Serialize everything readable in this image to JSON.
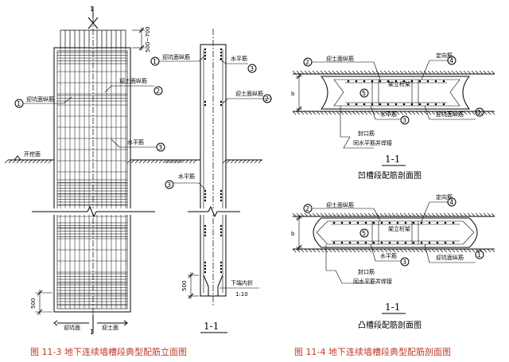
{
  "figure_left": {
    "caption": "图 11-3  地下连续墙槽段典型配筋立面图",
    "section_mark": "1",
    "dim_top": "500~700",
    "dim_bottom": "500",
    "labels": {
      "pit_face_bars": "迎坑面纵筋",
      "soil_face_bars": "迎土面纵筋",
      "horizontal_bars": "水平筋",
      "excavation_face": "开挖面",
      "pit_face": "迎坑面",
      "soil_face": "迎土面"
    },
    "section_view": {
      "title": "1-1",
      "pit_face_bars": "迎坑面纵筋",
      "soil_face_bars": "迎土面纵筋",
      "horizontal_bars_top": "水平筋",
      "horizontal_bars_side": "水平筋",
      "bottom_bend": "下端内折",
      "bend_ratio": "1:10",
      "dim": "500"
    }
  },
  "figure_right": {
    "caption": "图 11-4  地下连续墙槽段典型配筋剖面图",
    "concave": {
      "title": "凹槽段配筋剖面图",
      "section": "1-1",
      "b": "b",
      "soil_face_bars": "迎土面纵筋",
      "positioning_bars": "定向筋",
      "truss": "架立桁架",
      "horizontal_bars": "水平筋",
      "pit_face_bars": "迎坑面纵筋",
      "seal_bars": "封口筋",
      "seal_note": "同水平筋并焊接"
    },
    "convex": {
      "title": "凸槽段配筋剖面图",
      "section": "1-1",
      "b": "b",
      "soil_face_bars": "迎土面纵筋",
      "positioning_bars": "定向筋",
      "truss": "架立桁架",
      "horizontal_bars": "水平筋",
      "pit_face_bars": "迎坑面纵筋",
      "seal_bars": "封口筋",
      "seal_note": "同水平筋并焊接"
    }
  },
  "markers": [
    "1",
    "2",
    "3",
    "4",
    "5"
  ]
}
